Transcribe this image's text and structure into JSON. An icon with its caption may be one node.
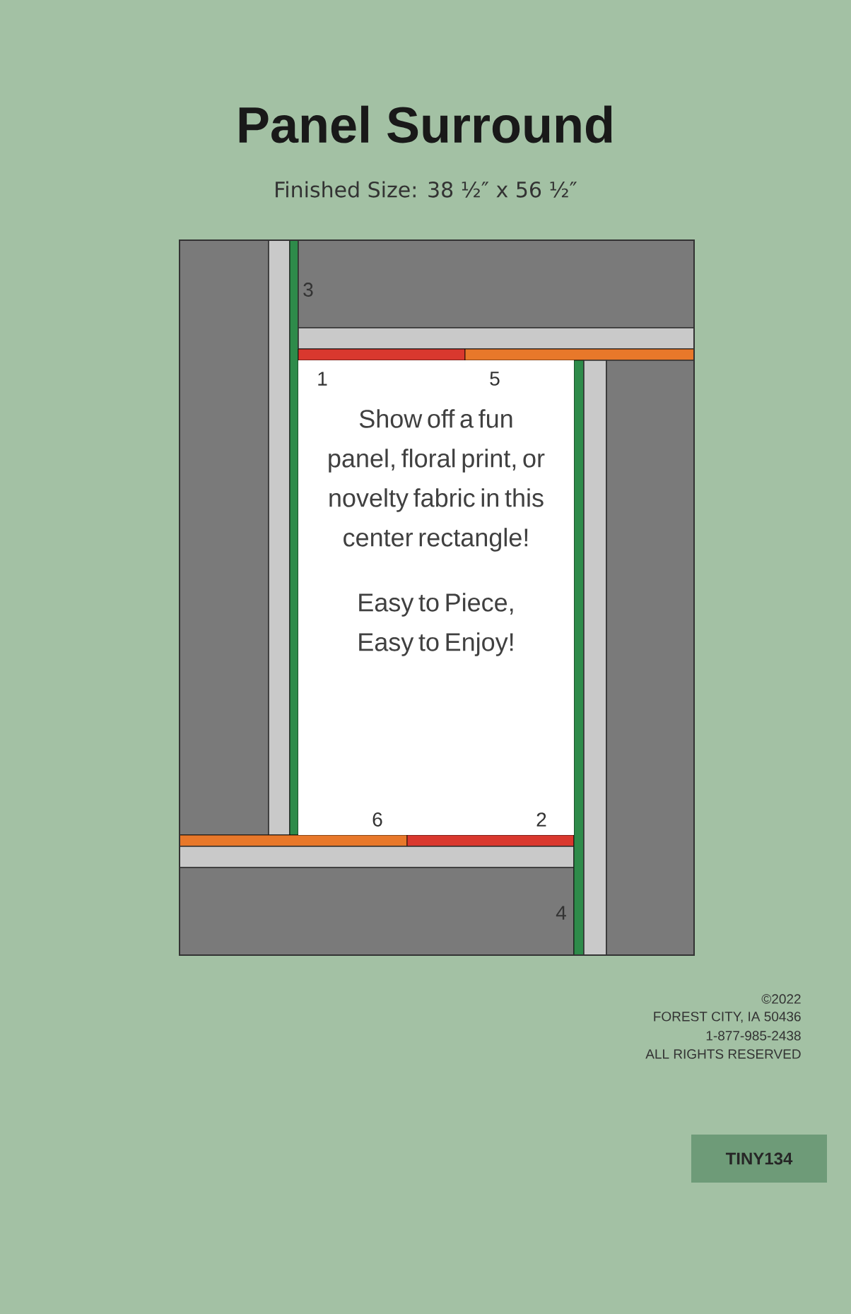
{
  "diagram": {
    "title": "Panel Surround",
    "nodes": [
      {
        "text": [
          "Show off a fun panel, floral print, or novelty fabric in this center rectangle!",
          "Easy to Piece, Easy to Enjoy!"
        ]
      },
      {
        "text": [
          "TINY134"
        ]
      }
    ],
    "labels": [
      "Finished Size: 38 ½″ x 56 ½″",
      "3",
      "1",
      "5",
      "6",
      "2",
      "4",
      "©2022",
      "FOREST CITY, IA 50436",
      "1-877-985-2438",
      "ALL RIGHTS RESERVED"
    ]
  }
}
